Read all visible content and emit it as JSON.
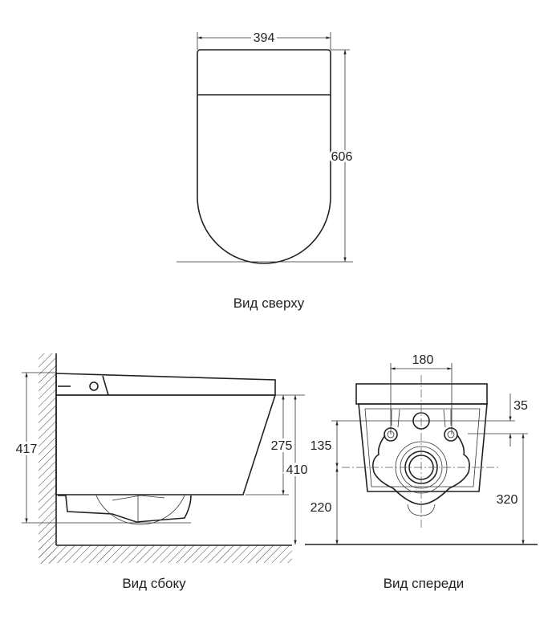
{
  "views": {
    "top": {
      "caption": "Вид сверху",
      "width": "394",
      "length": "606"
    },
    "side": {
      "caption": "Вид сбоку",
      "total_height": "417",
      "body_height": "275",
      "mount_height": "410"
    },
    "front": {
      "caption": "Вид спереди",
      "bolt_spacing": "180",
      "offset": "35",
      "outlet_to_inlet": "135",
      "outlet_height": "220",
      "bolt_height": "320"
    }
  }
}
